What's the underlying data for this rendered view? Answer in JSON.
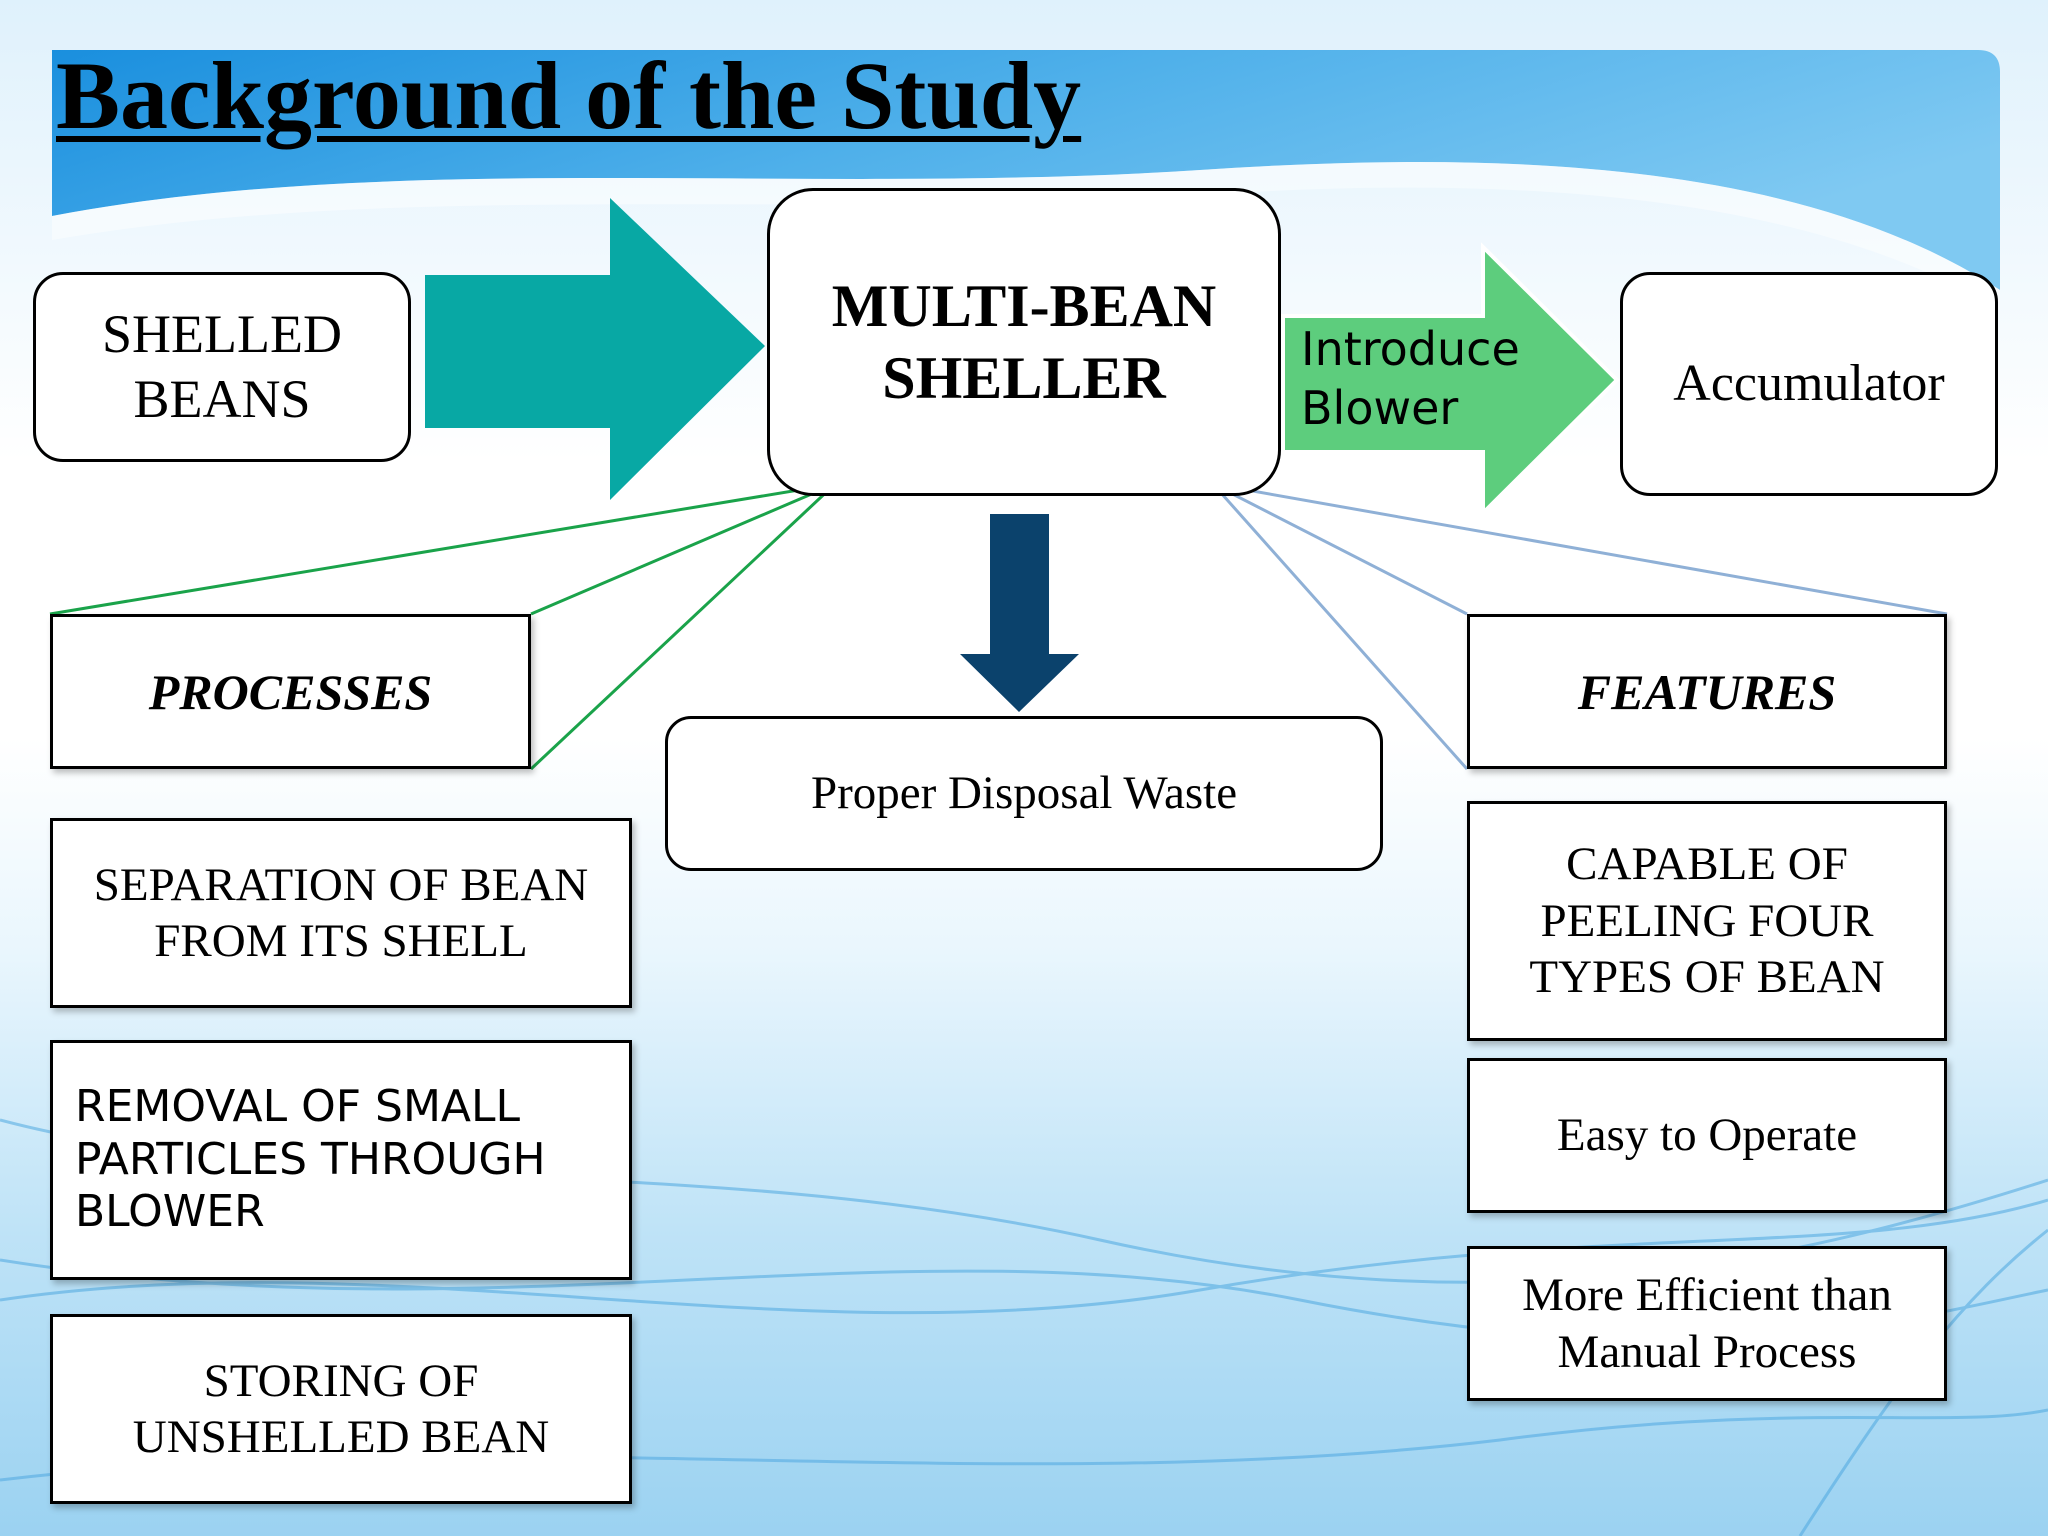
{
  "title": "Background of the Study",
  "nodes": {
    "shelled_beans": "SHELLED BEANS",
    "sheller": "MULTI-BEAN SHELLER",
    "accumulator": "Accumulator",
    "disposal": "Proper Disposal Waste",
    "processes": "PROCESSES",
    "separation": "SEPARATION OF BEAN FROM ITS SHELL",
    "removal": "REMOVAL OF SMALL PARTICLES THROUGH BLOWER",
    "storing": "STORING OF UNSHELLED BEAN",
    "features": "FEATURES",
    "capable": "CAPABLE OF PEELING FOUR TYPES OF BEAN",
    "easy": "Easy to Operate",
    "efficient": "More Efficient than Manual Process"
  },
  "arrow_label": "Introduce Blower",
  "colors": {
    "input_arrow": "#08a8a4",
    "blower_arrow": "#5dcd7d",
    "waste_arrow": "#0b426c",
    "process_lines": "#1aa34a",
    "feature_lines": "#8fb0d6",
    "header_band": "#1a8fde"
  }
}
